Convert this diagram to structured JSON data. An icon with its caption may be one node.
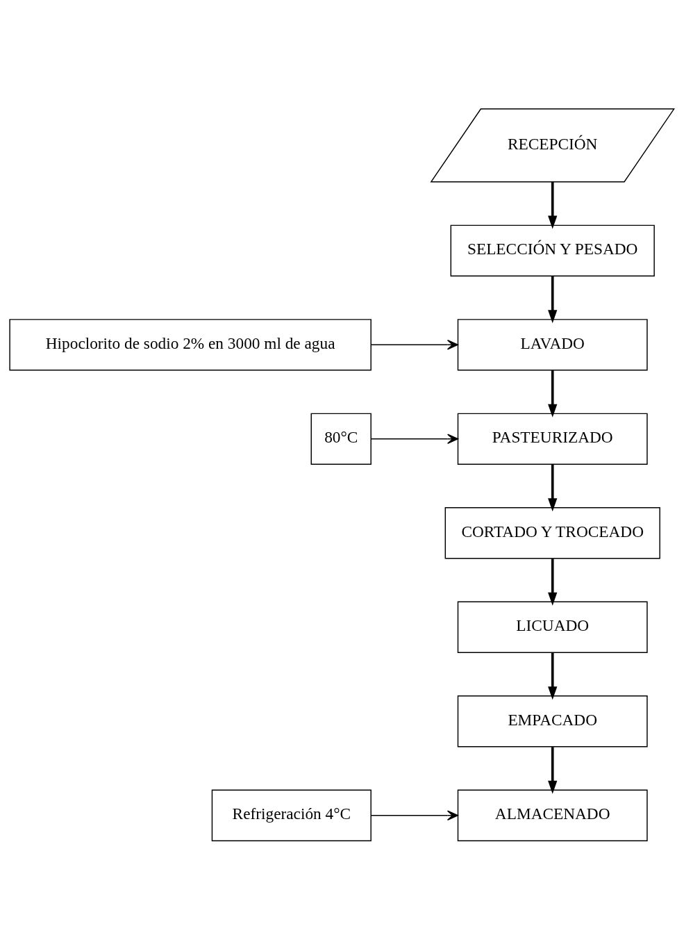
{
  "diagram": {
    "nodes": [
      {
        "text": [
          "RECEPCIÓN"
        ]
      },
      {
        "text": [
          "SELECCIÓN Y PESADO"
        ]
      },
      {
        "text": [
          "Hipoclorito de sodio 2% en 3000 ml de agua"
        ]
      },
      {
        "text": [
          "LAVADO"
        ]
      },
      {
        "text": [
          "80°C"
        ]
      },
      {
        "text": [
          "PASTEURIZADO"
        ]
      },
      {
        "text": [
          "CORTADO Y TROCEADO"
        ]
      },
      {
        "text": [
          "LICUADO"
        ]
      },
      {
        "text": [
          "EMPACADO"
        ]
      },
      {
        "text": [
          "Refrigeración 4°C"
        ]
      },
      {
        "text": [
          "ALMACENADO"
        ]
      }
    ],
    "edges": [
      {
        "from": 0,
        "to": 1,
        "arrow": "to"
      },
      {
        "from": 1,
        "to": 3,
        "arrow": "to"
      },
      {
        "from": 2,
        "to": 3,
        "arrow": "to"
      },
      {
        "from": 3,
        "to": 5,
        "arrow": "to"
      },
      {
        "from": 4,
        "to": 5,
        "arrow": "to"
      },
      {
        "from": 5,
        "to": 6,
        "arrow": "to"
      },
      {
        "from": 6,
        "to": 7,
        "arrow": "to"
      },
      {
        "from": 7,
        "to": 8,
        "arrow": "to"
      },
      {
        "from": 8,
        "to": 10,
        "arrow": "to"
      },
      {
        "from": 9,
        "to": 10,
        "arrow": "to"
      }
    ]
  }
}
